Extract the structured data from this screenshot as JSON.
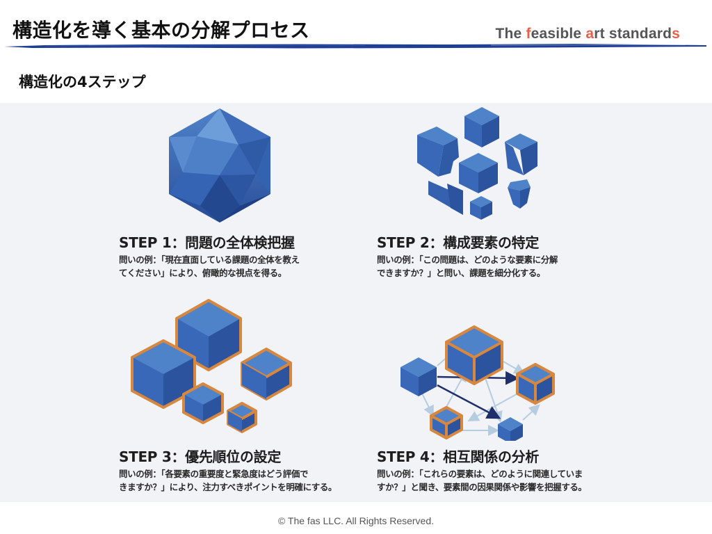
{
  "header": {
    "title": "構造化を導く基本の分解プロセス",
    "brand": {
      "parts": [
        {
          "text": "The ",
          "accent": false
        },
        {
          "text": "f",
          "accent": true
        },
        {
          "text": "easible ",
          "accent": false
        },
        {
          "text": "a",
          "accent": true
        },
        {
          "text": "rt standard",
          "accent": false
        },
        {
          "text": "s",
          "accent": true
        }
      ],
      "color": "#555555",
      "accent_color": "#e8604a"
    },
    "brush_color": "#1f3f95"
  },
  "subtitle": "構造化の4ステップ",
  "steps": [
    {
      "title": "STEP 1：問題の全体検把握",
      "desc_line1": "問いの例：「現在直面している課題の全体を教え",
      "desc_line2": "てください」により、俯瞰的な視点を得る。",
      "icon": "faceted-hexagon-gem-icon"
    },
    {
      "title": "STEP 2：構成要素の特定",
      "desc_line1": "問いの例：「この問題は、どのような要素に分解",
      "desc_line2": "できますか？」と問い、課題を細分化する。",
      "icon": "scattered-cubes-icon"
    },
    {
      "title": "STEP 3：優先順位の設定",
      "desc_line1": "問いの例：「各要素の重要度と緊急度はどう評価で",
      "desc_line2": "きますか？」により、注力すべきポイントを明確にする。",
      "icon": "outlined-cubes-by-size-icon"
    },
    {
      "title": "STEP 4：相互関係の分析",
      "desc_line1": "問いの例：「これらの要素は、どのように関連していま",
      "desc_line2": "すか？」と聞き、要素間の因果関係や影響を把握する。",
      "icon": "connected-cubes-network-icon"
    }
  ],
  "colors": {
    "panel_bg": "#f1f3f7",
    "cube_blue": "#3a68b8",
    "cube_dark": "#2a4f99",
    "outline_orange": "#d8873f",
    "arrow_light": "#b6cde0",
    "arrow_dark": "#1f2f6b"
  },
  "footer": "© The fas LLC. All Rights Reserved."
}
